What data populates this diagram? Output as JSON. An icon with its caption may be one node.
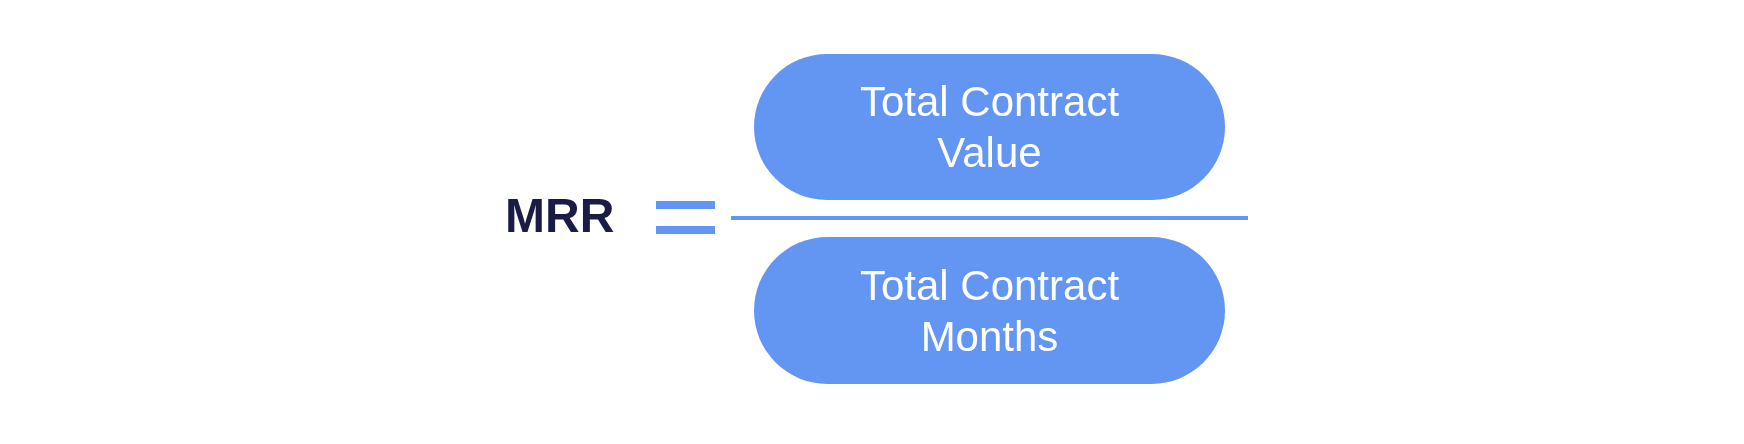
{
  "diagram": {
    "nodes": [
      {
        "text": [
          "Total Contract Value"
        ]
      },
      {
        "text": [
          "Total Contract Months"
        ]
      }
    ],
    "labels": [
      "MRR"
    ]
  }
}
